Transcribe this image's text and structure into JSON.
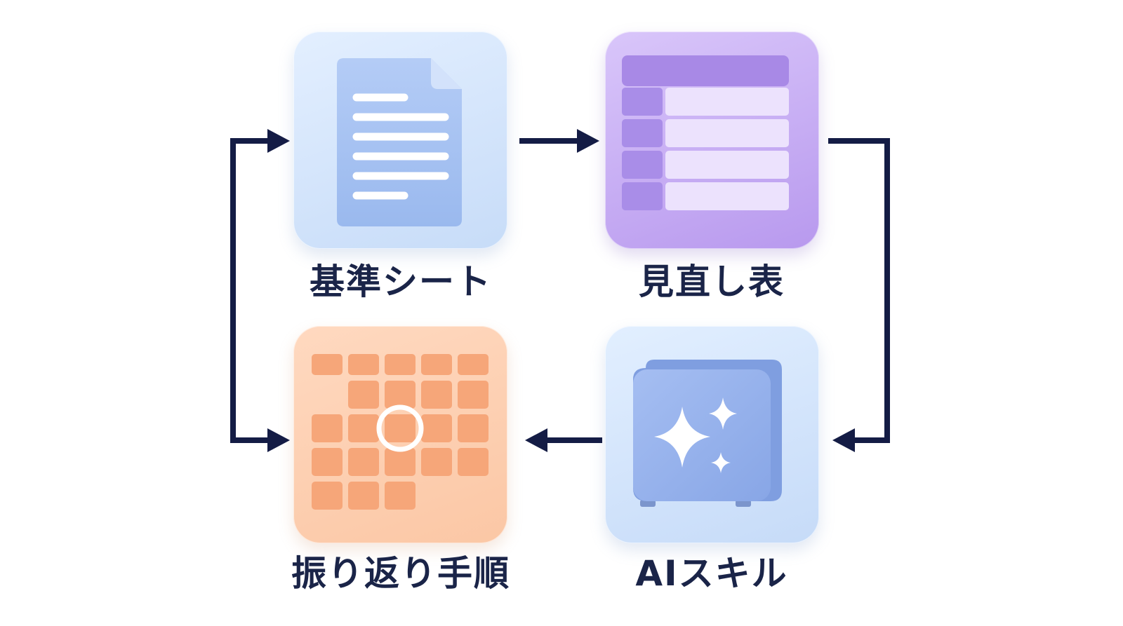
{
  "nodes": {
    "criteria_sheet": {
      "label": "基準シート",
      "icon": "document-icon",
      "color": "#a9c5f4"
    },
    "review_table": {
      "label": "見直し表",
      "icon": "table-icon",
      "color": "#b79cf0"
    },
    "ai_skill": {
      "label": "AIスキル",
      "icon": "sparkle-cube-icon",
      "color": "#95b3ec"
    },
    "retro_procedure": {
      "label": "振り返り手順",
      "icon": "calendar-grid-icon",
      "color": "#f7a87a"
    }
  },
  "edges": [
    {
      "from": "criteria_sheet",
      "to": "review_table"
    },
    {
      "from": "review_table",
      "to": "ai_skill"
    },
    {
      "from": "ai_skill",
      "to": "retro_procedure"
    },
    {
      "from": "retro_procedure",
      "to": "criteria_sheet"
    }
  ],
  "colors": {
    "arrow": "#141c45",
    "label": "#1a2448"
  }
}
